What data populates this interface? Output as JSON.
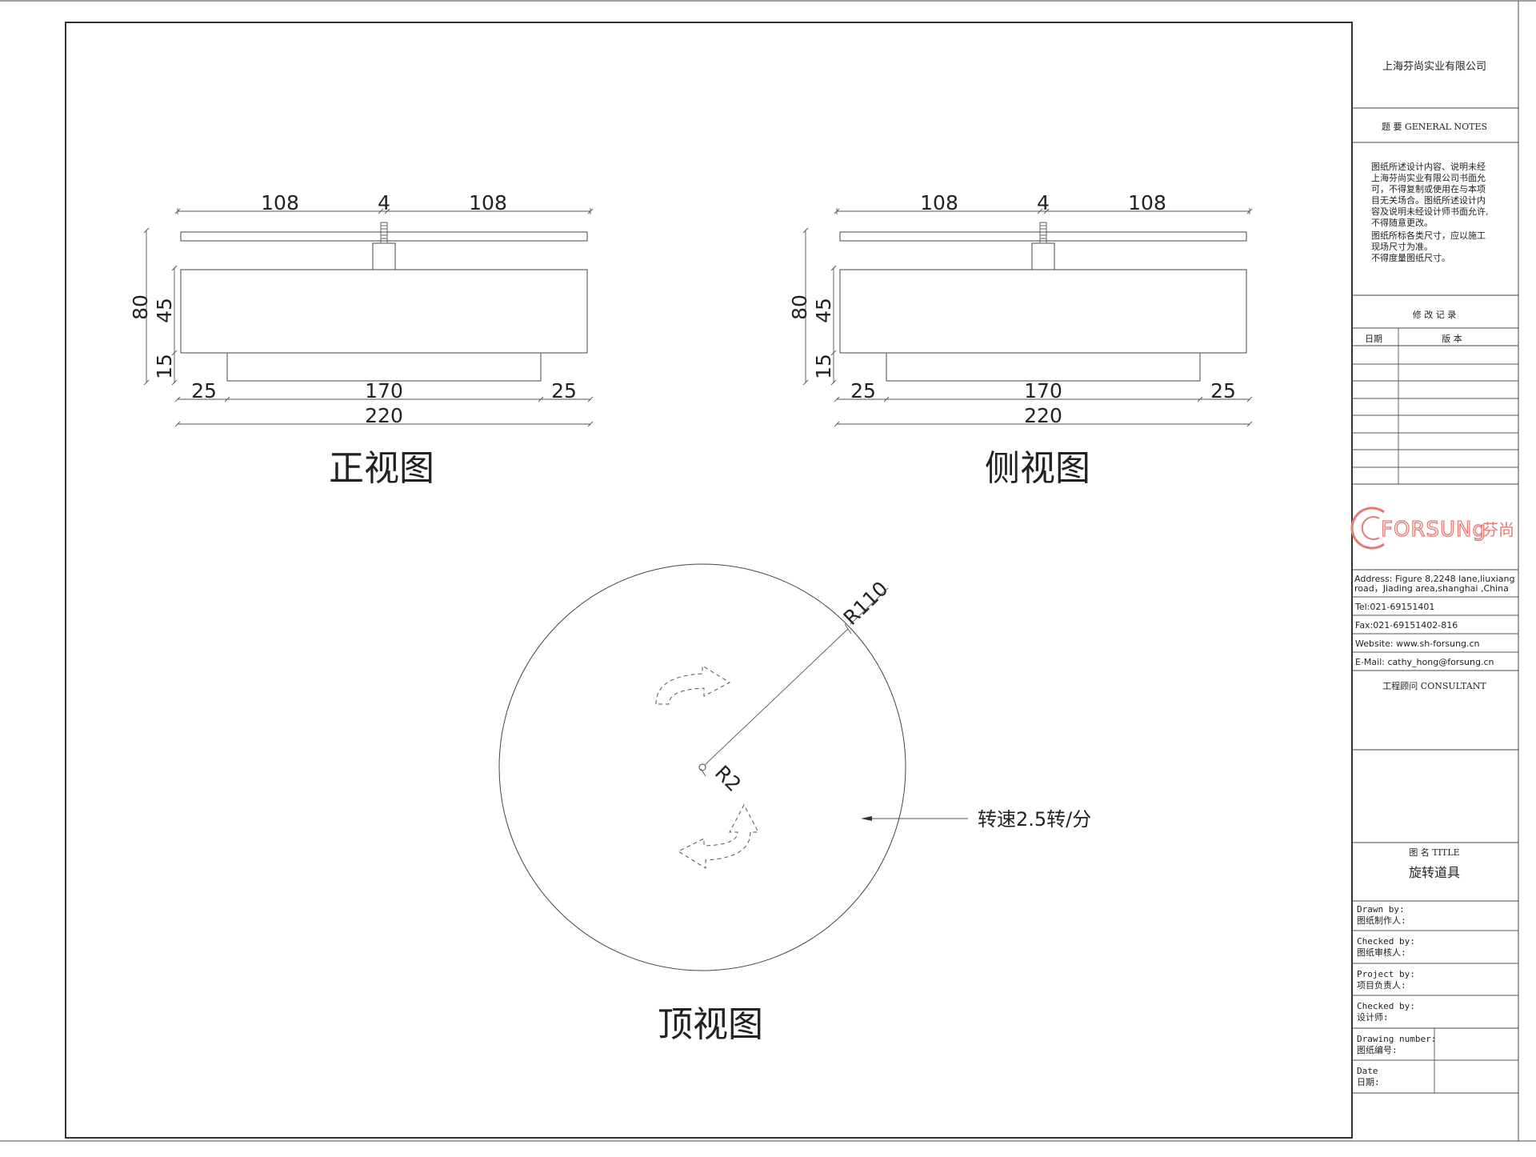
{
  "views": {
    "front": {
      "title": "正视图",
      "dims": {
        "top_left": "108",
        "top_mid": "4",
        "top_right": "108",
        "overall_h": "80",
        "body_h": "45",
        "base_h": "15",
        "bottom_left": "25",
        "bottom_mid": "170",
        "bottom_right": "25",
        "total": "220"
      }
    },
    "side": {
      "title": "侧视图",
      "dims": {
        "top_left": "108",
        "top_mid": "4",
        "top_right": "108",
        "overall_h": "80",
        "body_h": "45",
        "base_h": "15",
        "bottom_left": "25",
        "bottom_mid": "170",
        "bottom_right": "25",
        "total": "220"
      }
    },
    "top": {
      "title": "顶视图",
      "outer_radius": "R110",
      "inner_radius": "R2",
      "speed_note": "转速2.5转/分"
    }
  },
  "title_block": {
    "company": "上海芬尚实业有限公司",
    "notes_header": "题 要    GENERAL NOTES",
    "notes": [
      "图纸所述设计内容、说明未经",
      "上海芬尚实业有限公司书面允",
      "可，不得复制或使用在与本项",
      "目无关场合。图纸所述设计内",
      "容及说明未经设计师书面允许,",
      "不得随意更改。",
      "图纸所标各类尺寸，应以施工",
      "现场尺寸为准。",
      "不得度量图纸尺寸。"
    ],
    "revision_header": "修 改 记 录",
    "revision_col_date": "日期",
    "revision_col_version": "版 本",
    "logo_text": "FORSUNg",
    "logo_cn": "芬尚",
    "brand_color": "#e57a73",
    "address_line1": "Address: Figure 8,2248 lane,liuxiang",
    "address_line2": "road，Jiading area,shanghai ,China",
    "tel": "Tel:021-69151401",
    "fax": "Fax:021-69151402-816",
    "website": "Website:  www.sh-forsung.cn",
    "email": "E-Mail:  cathy_hong@forsung.cn",
    "consultant": "工程顾问   CONSULTANT",
    "title_label": "图  名   TITLE",
    "title_value": "旋转道具",
    "drawn_by_en": "Drawn by:",
    "drawn_by_cn": "图纸制作人:",
    "checked_by_en": "Checked by:",
    "checked_by_cn": "图纸审核人:",
    "project_by_en": "Project by:",
    "project_by_cn": "项目负责人:",
    "designer_en": "Checked by:",
    "designer_cn": "设计师:",
    "drawing_no_en": "Drawing number:",
    "drawing_no_cn": "图纸编号:",
    "date_en": "Date",
    "date_cn": "日期:"
  }
}
